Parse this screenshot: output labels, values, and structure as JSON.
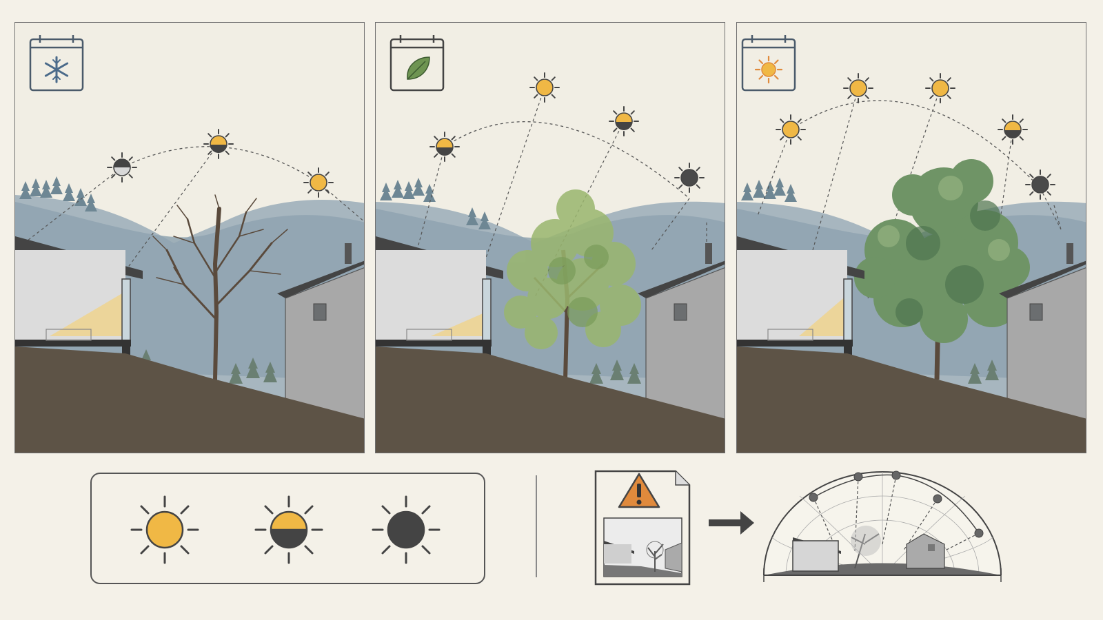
{
  "colors": {
    "background": "#f4f1e8",
    "sun_yellow": "#f0b845",
    "sun_dark": "#444444",
    "mountain": "#8fa3b0",
    "soil": "#5d5346",
    "house_gray": "#a3a3a3",
    "winter_icon": "#4a6a8a",
    "leaf_green": "#6e9452",
    "warning_orange": "#e08a3c"
  },
  "panels": [
    {
      "season": "winter",
      "icon": "snowflake-icon",
      "suns": [
        {
          "state": "shaded"
        },
        {
          "state": "half"
        },
        {
          "state": "full"
        }
      ],
      "foliage": "bare"
    },
    {
      "season": "spring",
      "icon": "leaf-icon",
      "suns": [
        {
          "state": "half"
        },
        {
          "state": "full"
        },
        {
          "state": "half"
        },
        {
          "state": "shaded"
        }
      ],
      "foliage": "light"
    },
    {
      "season": "summer",
      "icon": "sun-icon",
      "suns": [
        {
          "state": "full"
        },
        {
          "state": "full"
        },
        {
          "state": "full"
        },
        {
          "state": "half"
        },
        {
          "state": "shaded"
        }
      ],
      "foliage": "dense"
    }
  ],
  "legend": {
    "items": [
      {
        "state": "full",
        "icon": "full-sun-icon"
      },
      {
        "state": "half",
        "icon": "half-shaded-sun-icon"
      },
      {
        "state": "shaded",
        "icon": "shaded-sun-icon"
      }
    ]
  },
  "workflow": {
    "steps": [
      "warning-document-icon",
      "arrow-right-icon",
      "sky-dome-icon"
    ]
  }
}
